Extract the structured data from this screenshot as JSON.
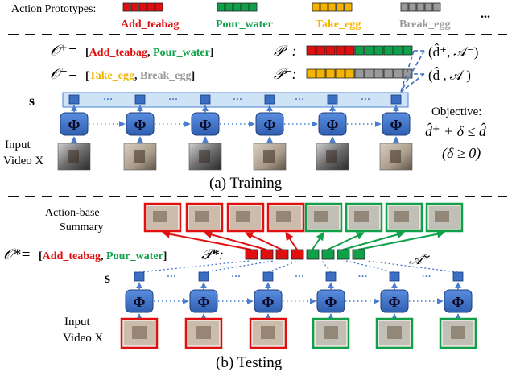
{
  "header": {
    "prototypes_label": "Action Prototypes:",
    "ellipsis": "...",
    "prototypes": [
      {
        "name": "Add_teabag",
        "color": "#e01010"
      },
      {
        "name": "Pour_water",
        "color": "#11a04a"
      },
      {
        "name": "Take_egg",
        "color": "#f4b400"
      },
      {
        "name": "Break_egg",
        "color": "#9a9a9a"
      }
    ]
  },
  "training": {
    "o_plus_symbol": "𝒪⁺=",
    "o_plus_items": [
      {
        "name": "Add_teabag",
        "color": "#e01010"
      },
      {
        "name": "Pour_water",
        "color": "#11a04a"
      }
    ],
    "o_minus_symbol": "𝒪⁻=",
    "o_minus_items": [
      {
        "name": "Take_egg",
        "color": "#f4b400"
      },
      {
        "name": "Break_egg",
        "color": "#9a9a9a"
      }
    ],
    "p_minus_1": "𝒫⁻:",
    "p_minus_2": "𝒫⁻:",
    "tuple_1": "(d̂⁺, 𝒜⁻)",
    "tuple_2": "(d̂ , 𝒜 )",
    "s_label": "s",
    "phi": "Φ",
    "objective_label": "Objective:",
    "objective_eq": "d̂⁺ + δ ≤ d̂",
    "objective_cond": "(δ ≥ 0)",
    "input_label_1": "Input",
    "input_label_2": "Video X",
    "caption": "(a) Training"
  },
  "testing": {
    "summary_label_1": "Action-base",
    "summary_label_2": "Summary",
    "o_star_symbol": "𝒪*=",
    "o_star_items": [
      {
        "name": "Add_teabag",
        "color": "#e01010"
      },
      {
        "name": "Pour_water",
        "color": "#11a04a"
      }
    ],
    "p_star": "𝒫*:",
    "a_star": "𝒜*",
    "s_label": "s",
    "phi": "Φ",
    "input_label_1": "Input",
    "input_label_2": "Video X",
    "caption": "(b) Testing"
  },
  "colors": {
    "red": "#e01010",
    "green": "#11a04a",
    "yellow": "#f4b400",
    "gray": "#9a9a9a",
    "phi_blue": "#3b6fc4",
    "arrow_blue": "#4a7fd0",
    "band": "#cfe3f7"
  }
}
